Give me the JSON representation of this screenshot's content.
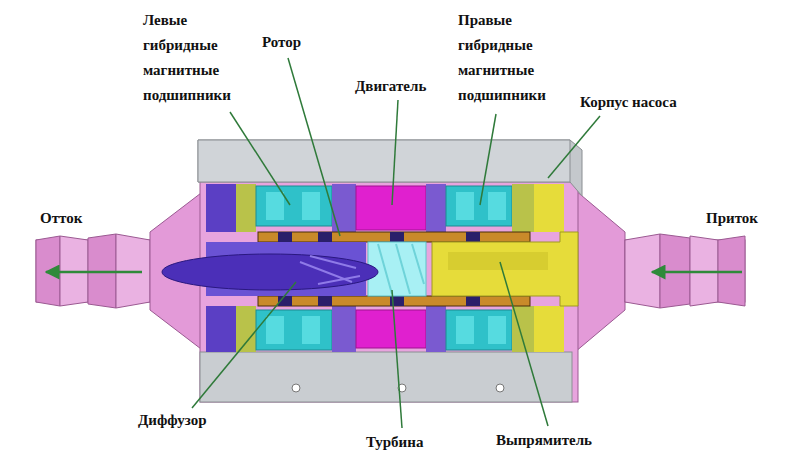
{
  "diagram": {
    "labels": [
      "Левые гибридные магнитные подшипники",
      "Ротор",
      "Двигатель",
      "Правые гибридные магнитные подшипники",
      "Корпус насоса",
      "Отток",
      "Приток",
      "Диффузор",
      "Турбина",
      "Выпрямитель"
    ]
  }
}
